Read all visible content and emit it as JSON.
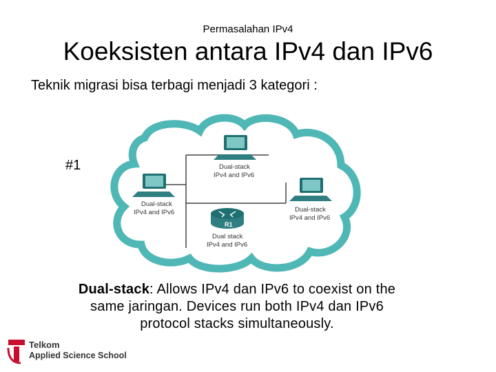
{
  "header": "Permasalahan IPv4",
  "title": "Koeksisten antara IPv4 dan IPv6",
  "intro": "Teknik migrasi bisa terbagi menjadi 3 kategori :",
  "marker": "#1",
  "diagram": {
    "nodes": [
      {
        "line1": "Dual-stack",
        "line2": "IPv4 and IPv6"
      },
      {
        "line1": "Dual-stack",
        "line2": "IPv4 and IPv6"
      },
      {
        "line1": "Dual-stack",
        "line2": "IPv4 and IPv6"
      },
      {
        "line1": "Dual stack",
        "line2": "IPv4 and IPv6"
      }
    ],
    "router_label": "R1",
    "colors": {
      "cloud": "#4fb7b5",
      "monitor": "#1f6f72",
      "router": "#1f6f72",
      "line": "#444444"
    }
  },
  "caption": {
    "term": "Dual-stack",
    "rest": ": Allows IPv4 dan IPv6 to coexist on the same jaringan. Devices run both IPv4 dan IPv6 protocol stacks simultaneously."
  },
  "logo": {
    "line1": "Telkom",
    "line2": "Applied Science School",
    "color": "#c8102e"
  }
}
